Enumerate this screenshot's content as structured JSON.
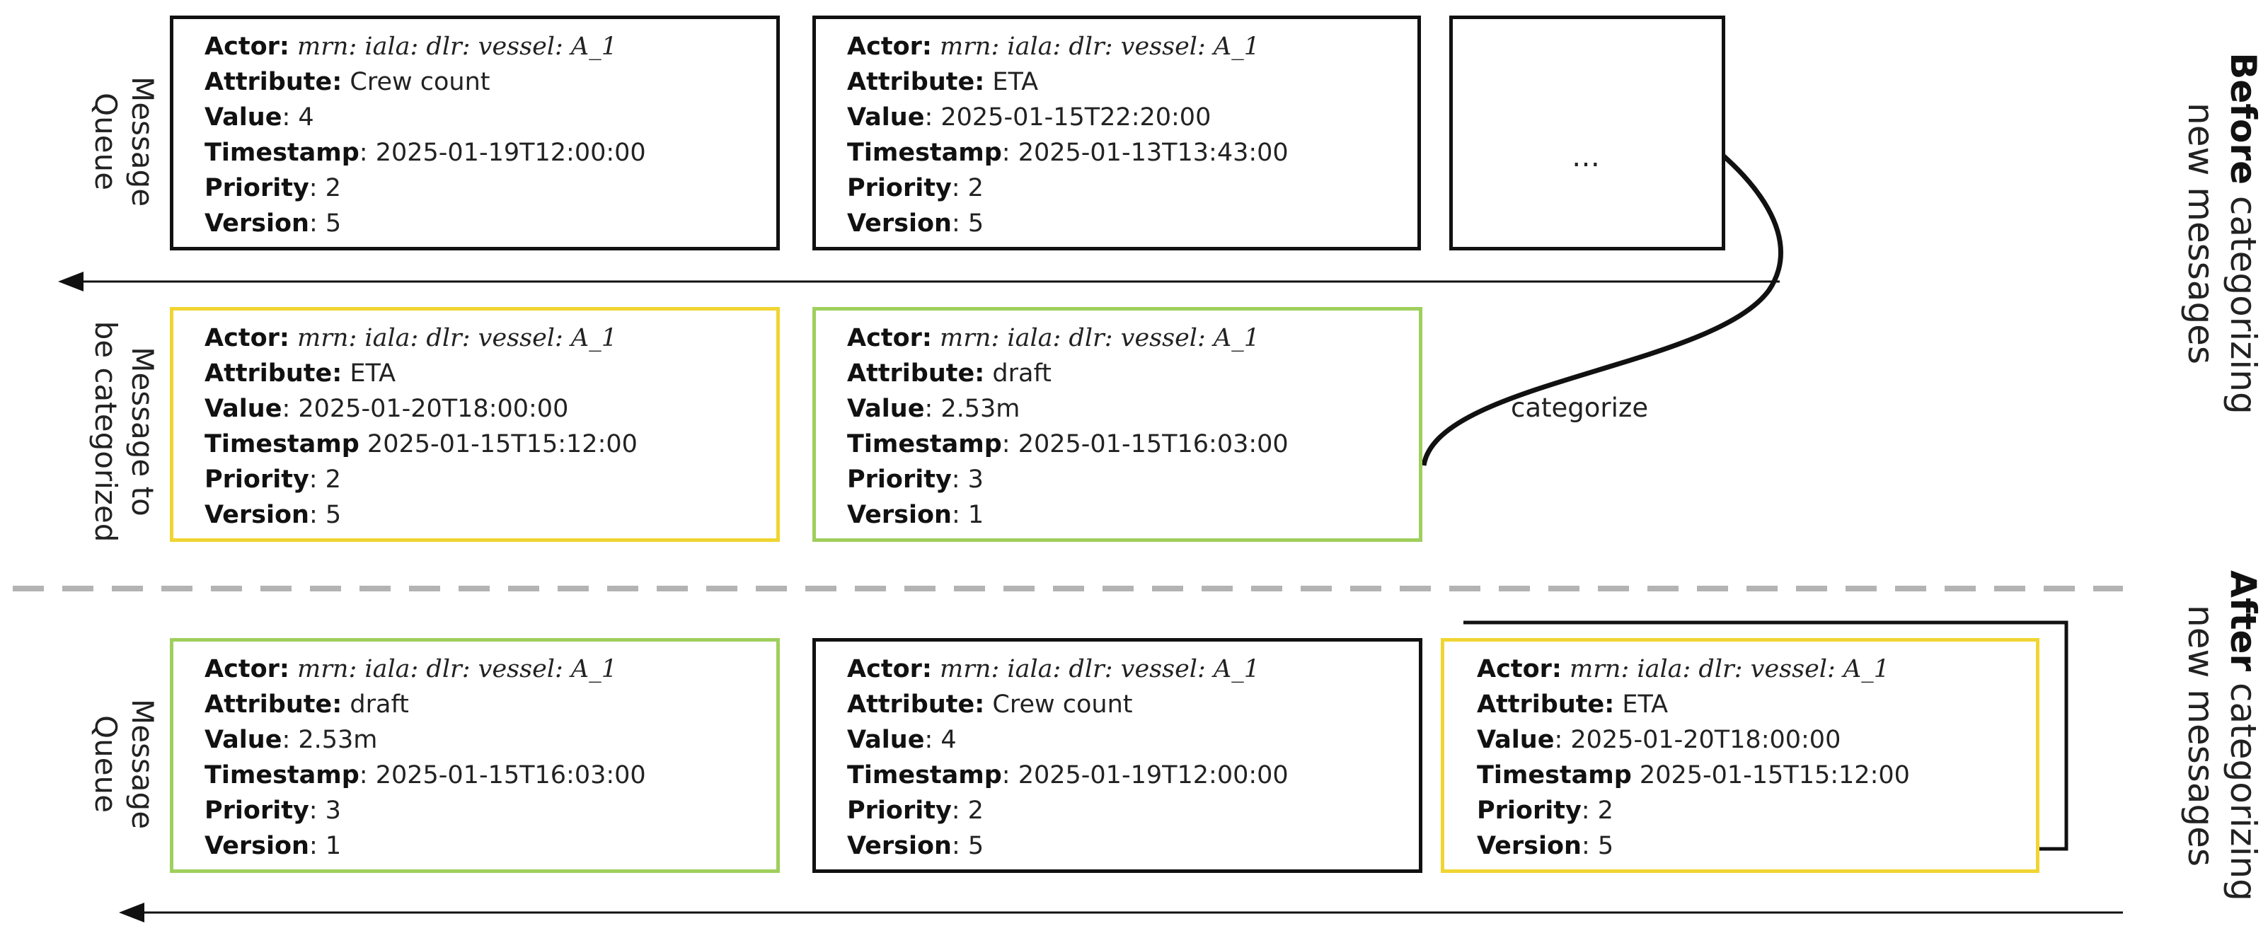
{
  "side_labels": {
    "before_queue": [
      "Message",
      "Queue"
    ],
    "to_categorize": [
      "Message to",
      "be categorized"
    ],
    "after_queue": [
      "Message",
      "Queue"
    ],
    "before_title": {
      "bold": "Before",
      "rest": " categorizing",
      "line2": "new messages"
    },
    "after_title": {
      "bold": "After",
      "rest": " categorizing",
      "line2": "new messages"
    }
  },
  "categorize_label": "categorize",
  "continuation_text": "…",
  "colors": {
    "queue_border": "#111111",
    "new_message_border": "#f0d532",
    "categorized_border": "#9fcf5c",
    "divider": "#b3b3b3"
  },
  "field_keys": {
    "actor": "Actor:",
    "attribute": "Attribute:",
    "value": "Value",
    "timestamp": "Timestamp",
    "priority": "Priority",
    "version": "Version"
  },
  "messages": {
    "before_q1": {
      "actor": "mrn: iala: dlr: vessel: A_1",
      "attribute": "Crew count",
      "value": ": 4",
      "timestamp": ": 2025-01-19T12:00:00",
      "priority": ": 2",
      "version": ": 5"
    },
    "before_q2": {
      "actor": "mrn: iala: dlr: vessel: A_1",
      "attribute": "ETA",
      "value": ": 2025-01-15T22:20:00",
      "timestamp": ": 2025-01-13T13:43:00",
      "priority": ": 2",
      "version": ": 5"
    },
    "to_cat_1": {
      "actor": "mrn: iala: dlr: vessel: A_1",
      "attribute": "ETA",
      "value": ": 2025-01-20T18:00:00",
      "timestamp": " 2025-01-15T15:12:00",
      "priority": ": 2",
      "version": ": 5"
    },
    "to_cat_2": {
      "actor": "mrn: iala: dlr: vessel: A_1",
      "attribute": "draft",
      "value": ": 2.53m",
      "timestamp": ": 2025-01-15T16:03:00",
      "priority": ": 3",
      "version": ": 1"
    },
    "after_q1": {
      "actor": "mrn: iala: dlr: vessel: A_1",
      "attribute": "draft",
      "value": ": 2.53m",
      "timestamp": ": 2025-01-15T16:03:00",
      "priority": ": 3",
      "version": ": 1"
    },
    "after_q2": {
      "actor": "mrn: iala: dlr: vessel: A_1",
      "attribute": "Crew count",
      "value": ": 4",
      "timestamp": ": 2025-01-19T12:00:00",
      "priority": ": 2",
      "version": ": 5"
    },
    "after_q3": {
      "actor": "mrn: iala: dlr: vessel: A_1",
      "attribute": "ETA",
      "value": ": 2025-01-20T18:00:00",
      "timestamp": " 2025-01-15T15:12:00",
      "priority": ": 2",
      "version": ": 5"
    }
  }
}
